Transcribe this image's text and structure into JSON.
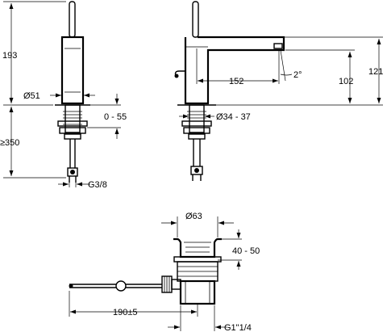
{
  "dimensions": {
    "height_total": "193",
    "depth_min": "≥350",
    "body_diameter": "Ø51",
    "deck_thickness": "0 - 55",
    "supply_thread": "G3/8",
    "spout_reach": "152",
    "spout_angle": "2°",
    "spout_height": "102",
    "spout_top": "121",
    "hole_diameter": "Ø34 - 37",
    "waste_diameter": "Ø63",
    "waste_height": "40 - 50",
    "rod_length": "190±5",
    "waste_thread": "G1\"1/4"
  }
}
